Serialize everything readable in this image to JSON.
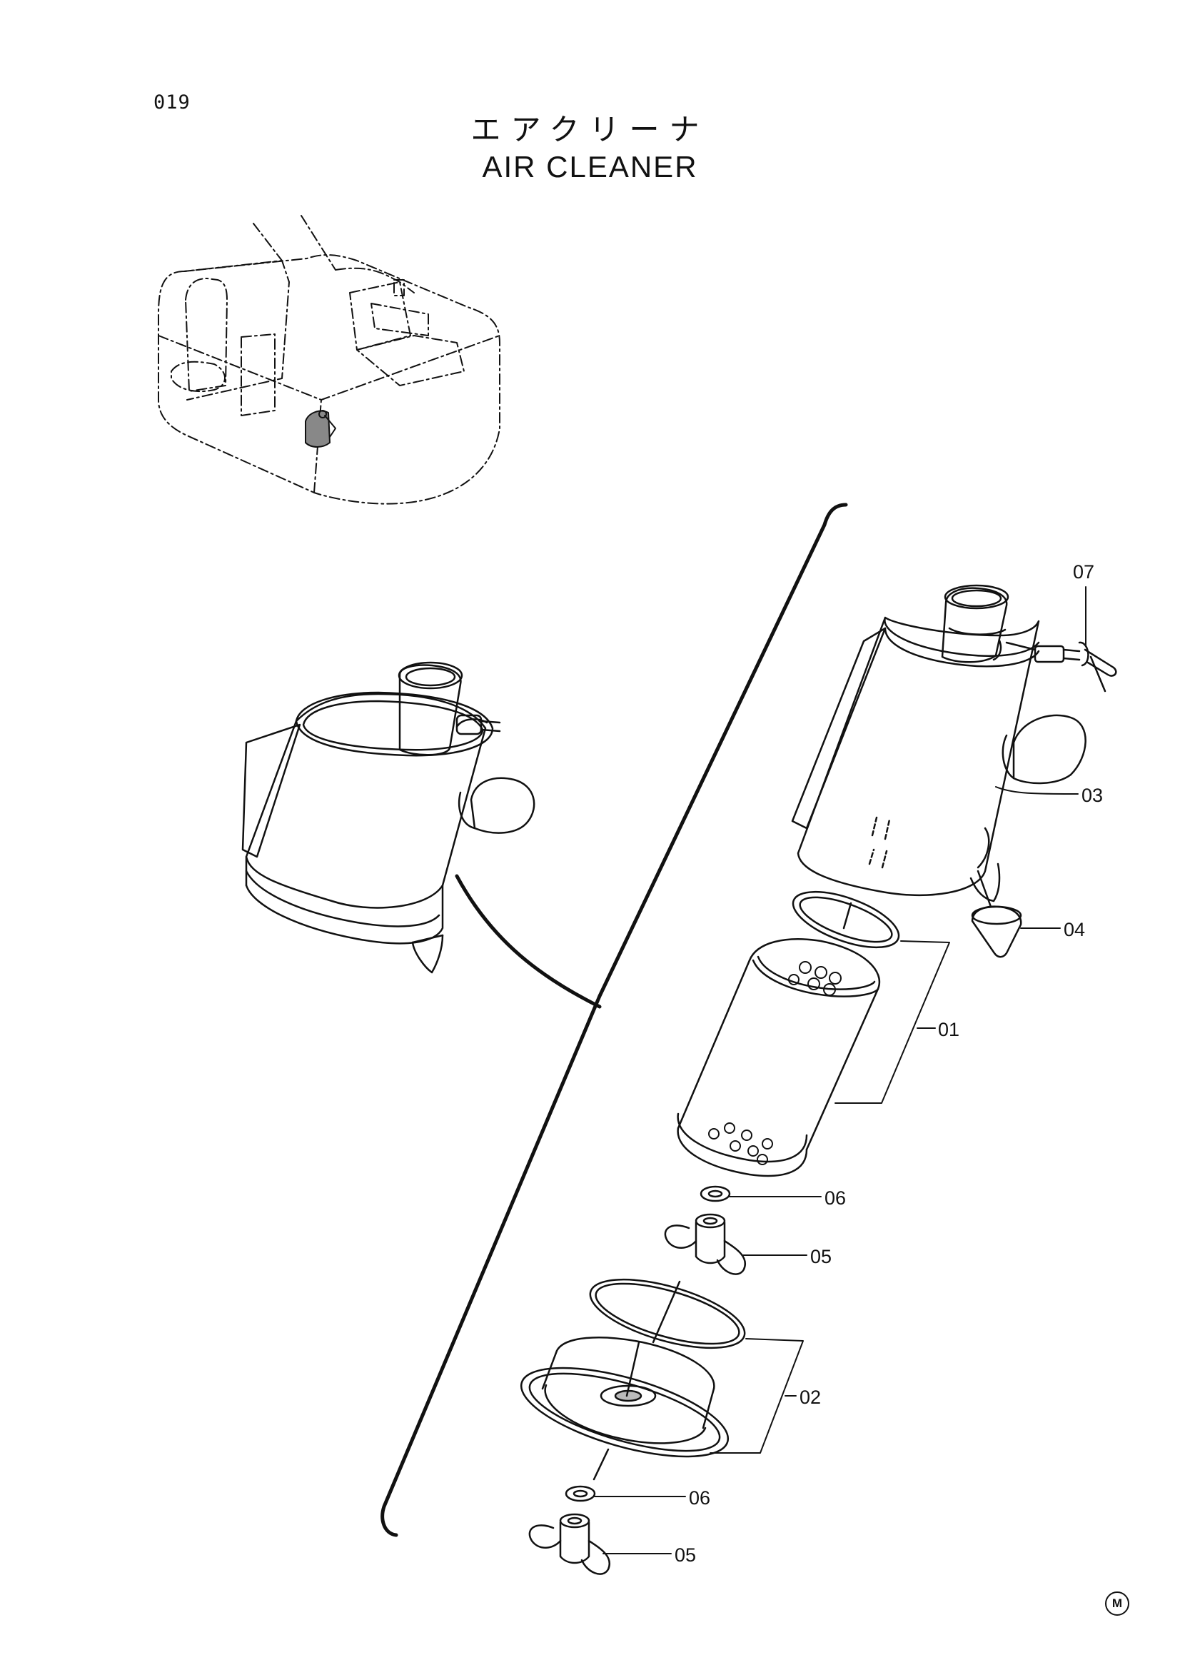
{
  "header": {
    "page_number": "019",
    "title_japanese": "エアクリーナ",
    "title_english": "AIR CLEANER"
  },
  "parts": [
    {
      "ref": "07"
    },
    {
      "ref": "03"
    },
    {
      "ref": "04"
    },
    {
      "ref": "01"
    },
    {
      "ref": "06"
    },
    {
      "ref": "05"
    },
    {
      "ref": "02"
    },
    {
      "ref": "06"
    },
    {
      "ref": "05"
    }
  ],
  "footer": {
    "mark": "M"
  }
}
